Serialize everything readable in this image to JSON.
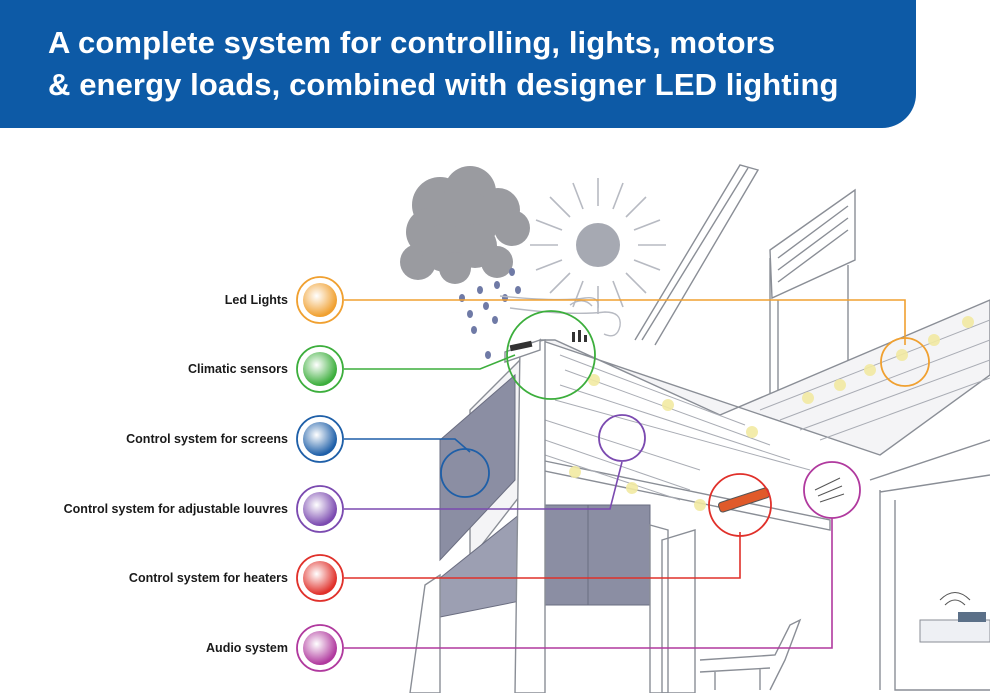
{
  "header": {
    "title_line1": "A complete system for controlling, lights, motors",
    "title_line2": "& energy loads, combined with designer LED lighting"
  },
  "legend": [
    {
      "id": "led-lights",
      "label": "Led Lights",
      "color": "#f0a030"
    },
    {
      "id": "climatic-sensors",
      "label": "Climatic sensors",
      "color": "#3cae3c"
    },
    {
      "id": "screens",
      "label": "Control system for  screens",
      "color": "#1e5fa8"
    },
    {
      "id": "louvres",
      "label": "Control system for adjustable louvres",
      "color": "#7b4ab0"
    },
    {
      "id": "heaters",
      "label": "Control system for heaters",
      "color": "#e0302a"
    },
    {
      "id": "audio",
      "label": "Audio system",
      "color": "#b0399e"
    }
  ]
}
